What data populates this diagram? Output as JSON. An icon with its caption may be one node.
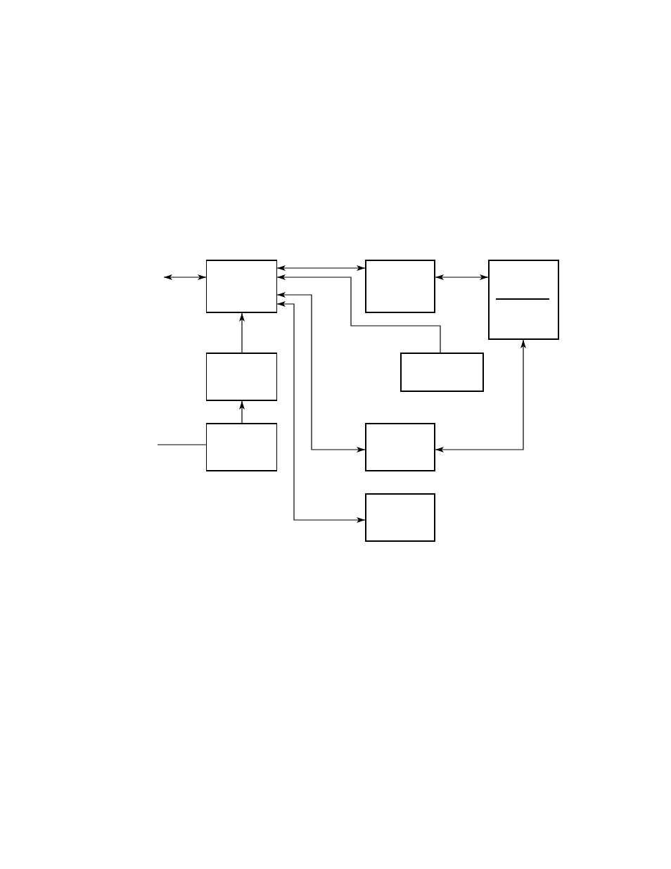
{
  "diagram": {
    "nodes": [
      {
        "text": [],
        "shape": "box"
      },
      {
        "text": [],
        "shape": "box"
      },
      {
        "text": [],
        "shape": "box"
      },
      {
        "text": [],
        "shape": "box"
      },
      {
        "text": [],
        "shape": "box"
      },
      {
        "text": [],
        "shape": "box"
      },
      {
        "text": [],
        "shape": "box"
      },
      {
        "text": [],
        "shape": "box"
      }
    ],
    "edges": [
      {
        "from": null,
        "to": 0,
        "arrow": "both"
      },
      {
        "from": 0,
        "to": 1,
        "arrow": "both"
      },
      {
        "from": 4,
        "to": 0,
        "arrow": "to"
      },
      {
        "from": 1,
        "to": 2,
        "arrow": "both"
      },
      {
        "from": 3,
        "to": 0,
        "arrow": "to"
      },
      {
        "from": 5,
        "to": 3,
        "arrow": "to"
      },
      {
        "from": null,
        "to": 5,
        "arrow": "none"
      },
      {
        "from": 0,
        "to": 6,
        "arrow": "both"
      },
      {
        "from": 0,
        "to": 7,
        "arrow": "both"
      },
      {
        "from": 6,
        "to": 2,
        "arrow": "both"
      }
    ]
  }
}
